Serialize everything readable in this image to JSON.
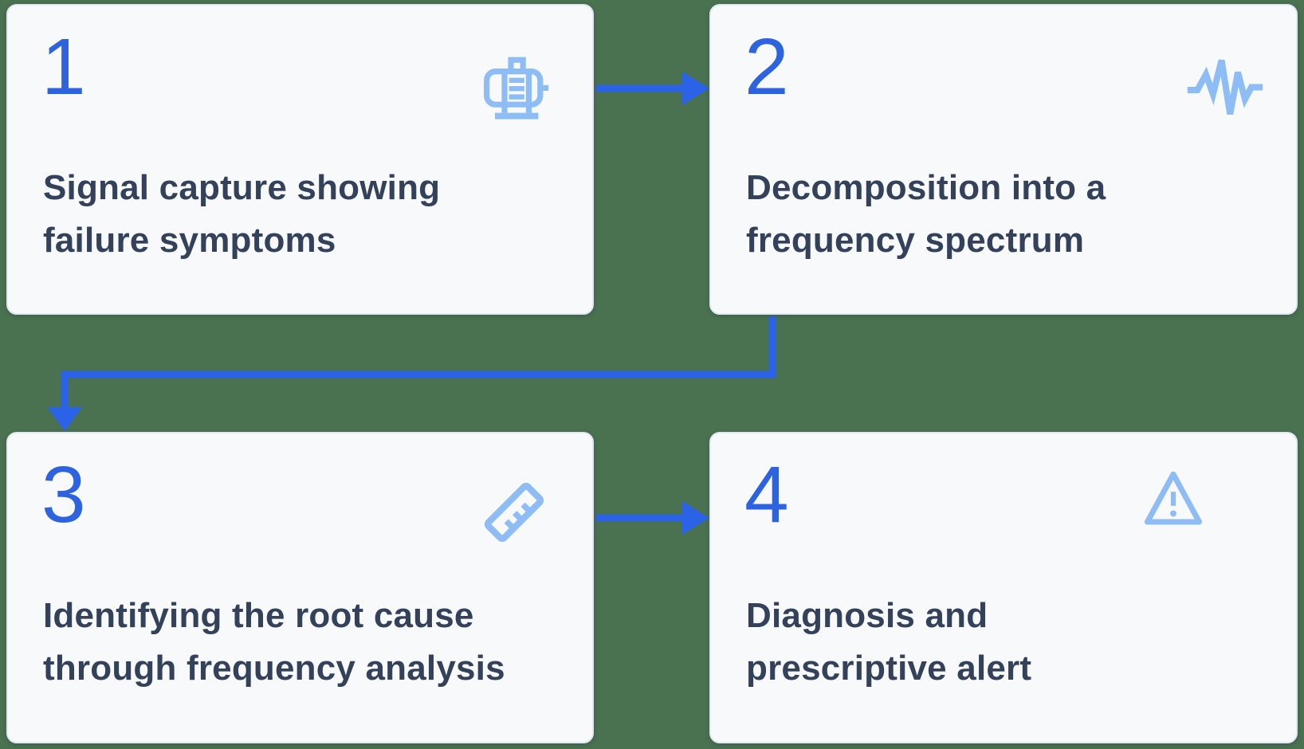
{
  "diagram": {
    "title_implicit": "4-step vibration diagnostics process flow",
    "colors": {
      "background_green": "#4a7150",
      "accent_blue": "#2b63e8",
      "number_blue": "#2e63e0",
      "icon_light_blue": "#8ebdf5",
      "card_background": "#f7f9fb",
      "card_border": "#e2e9f3",
      "text_dark_slate": "#33425a"
    },
    "cards": [
      {
        "number": "1",
        "icon": "motor-icon",
        "label": "Signal capture showing failure symptoms",
        "label_lines": [
          "Signal capture showing",
          "failure symptoms"
        ]
      },
      {
        "number": "2",
        "icon": "waveform-icon",
        "label": "Decomposition into a frequency spectrum",
        "label_lines": [
          "Decomposition into a",
          "frequency spectrum"
        ]
      },
      {
        "number": "3",
        "icon": "ruler-icon",
        "label": "Identifying the root cause through frequency analysis",
        "label_lines": [
          "Identifying the root cause",
          "through frequency analysis"
        ]
      },
      {
        "number": "4",
        "icon": "warning-triangle-icon",
        "label": "Diagnosis and prescriptive alert",
        "label_lines": [
          "Diagnosis and",
          "prescriptive alert"
        ]
      }
    ],
    "connectors": [
      {
        "from": "1",
        "to": "2",
        "shape": "straight-right-arrow"
      },
      {
        "from": "2",
        "to": "3",
        "shape": "down-left-down-arrow"
      },
      {
        "from": "3",
        "to": "4",
        "shape": "straight-right-arrow"
      }
    ]
  }
}
